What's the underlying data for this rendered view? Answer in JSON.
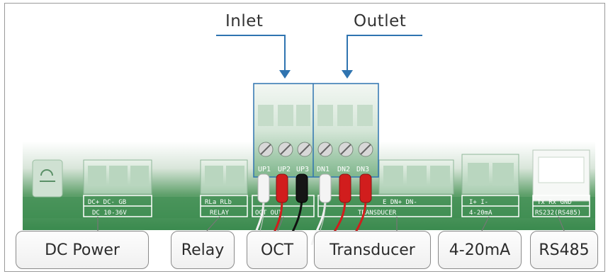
{
  "labels": {
    "inlet": "Inlet",
    "outlet": "Outlet"
  },
  "callouts": [
    {
      "id": "dc-power",
      "text": "DC Power"
    },
    {
      "id": "relay",
      "text": "Relay"
    },
    {
      "id": "oct",
      "text": "OCT"
    },
    {
      "id": "transducer",
      "text": "Transducer"
    },
    {
      "id": "4-20ma",
      "text": "4-20mA"
    },
    {
      "id": "rs485",
      "text": "RS485"
    }
  ],
  "board_silkscreen": {
    "dc_pins": "DC+  DC-  GB",
    "dc_range": "DC 10-36V",
    "relay_pins": "RLa  RLb",
    "relay": "RELAY",
    "oct": "OCT   OUT",
    "transducer": "TRANSDUCER",
    "transducer_pins": "E    DN+   DN-",
    "analog_pins": "I+    I-",
    "analog": "4-20mA",
    "serial_pins": "Tx   Rx   GND",
    "serial": "RS232(RS485)",
    "terminal_pins": [
      "UP1",
      "UP2",
      "UP3",
      "DN1",
      "DN2",
      "DN3"
    ]
  },
  "colors": {
    "accent_blue": "#2f74b0",
    "pcb_green": "#3f8f52",
    "wire_red": "#d11d1d",
    "wire_black": "#111111",
    "wire_white": "#f2f2f2",
    "callout_border": "#8a8a8a"
  }
}
